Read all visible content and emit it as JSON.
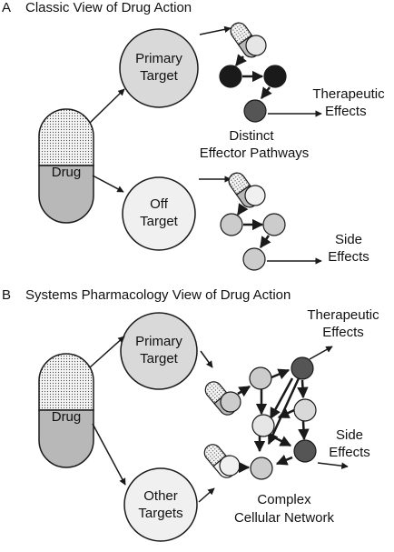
{
  "panel_a": {
    "letter": "A",
    "title": "Classic View of Drug Action",
    "drug": "Drug",
    "primary_target": [
      "Primary",
      "Target"
    ],
    "off_target": [
      "Off",
      "Target"
    ],
    "therapeutic_effects": [
      "Therapeutic",
      "Effects"
    ],
    "pathways": [
      "Distinct",
      "Effector Pathways"
    ],
    "side_effects": [
      "Side",
      "Effects"
    ]
  },
  "panel_b": {
    "letter": "B",
    "title": "Systems Pharmacology View of Drug Action",
    "drug": "Drug",
    "primary_target": [
      "Primary",
      "Target"
    ],
    "other_targets": [
      "Other",
      "Targets"
    ],
    "therapeutic_effects": [
      "Therapeutic",
      "Effects"
    ],
    "side_effects": [
      "Side",
      "Effects"
    ],
    "network": [
      "Complex",
      "Cellular Network"
    ]
  },
  "colors": {
    "pill_top": "#eeeeee",
    "pill_bottom": "#b8b8b8",
    "target_primary": "#d9d9d9",
    "target_off": "#f0f0f0",
    "node_black": "#1a1a1a",
    "node_dark": "#555555",
    "node_mid": "#cccccc",
    "node_light": "#e6e6e6",
    "stroke": "#1a1a1a"
  }
}
